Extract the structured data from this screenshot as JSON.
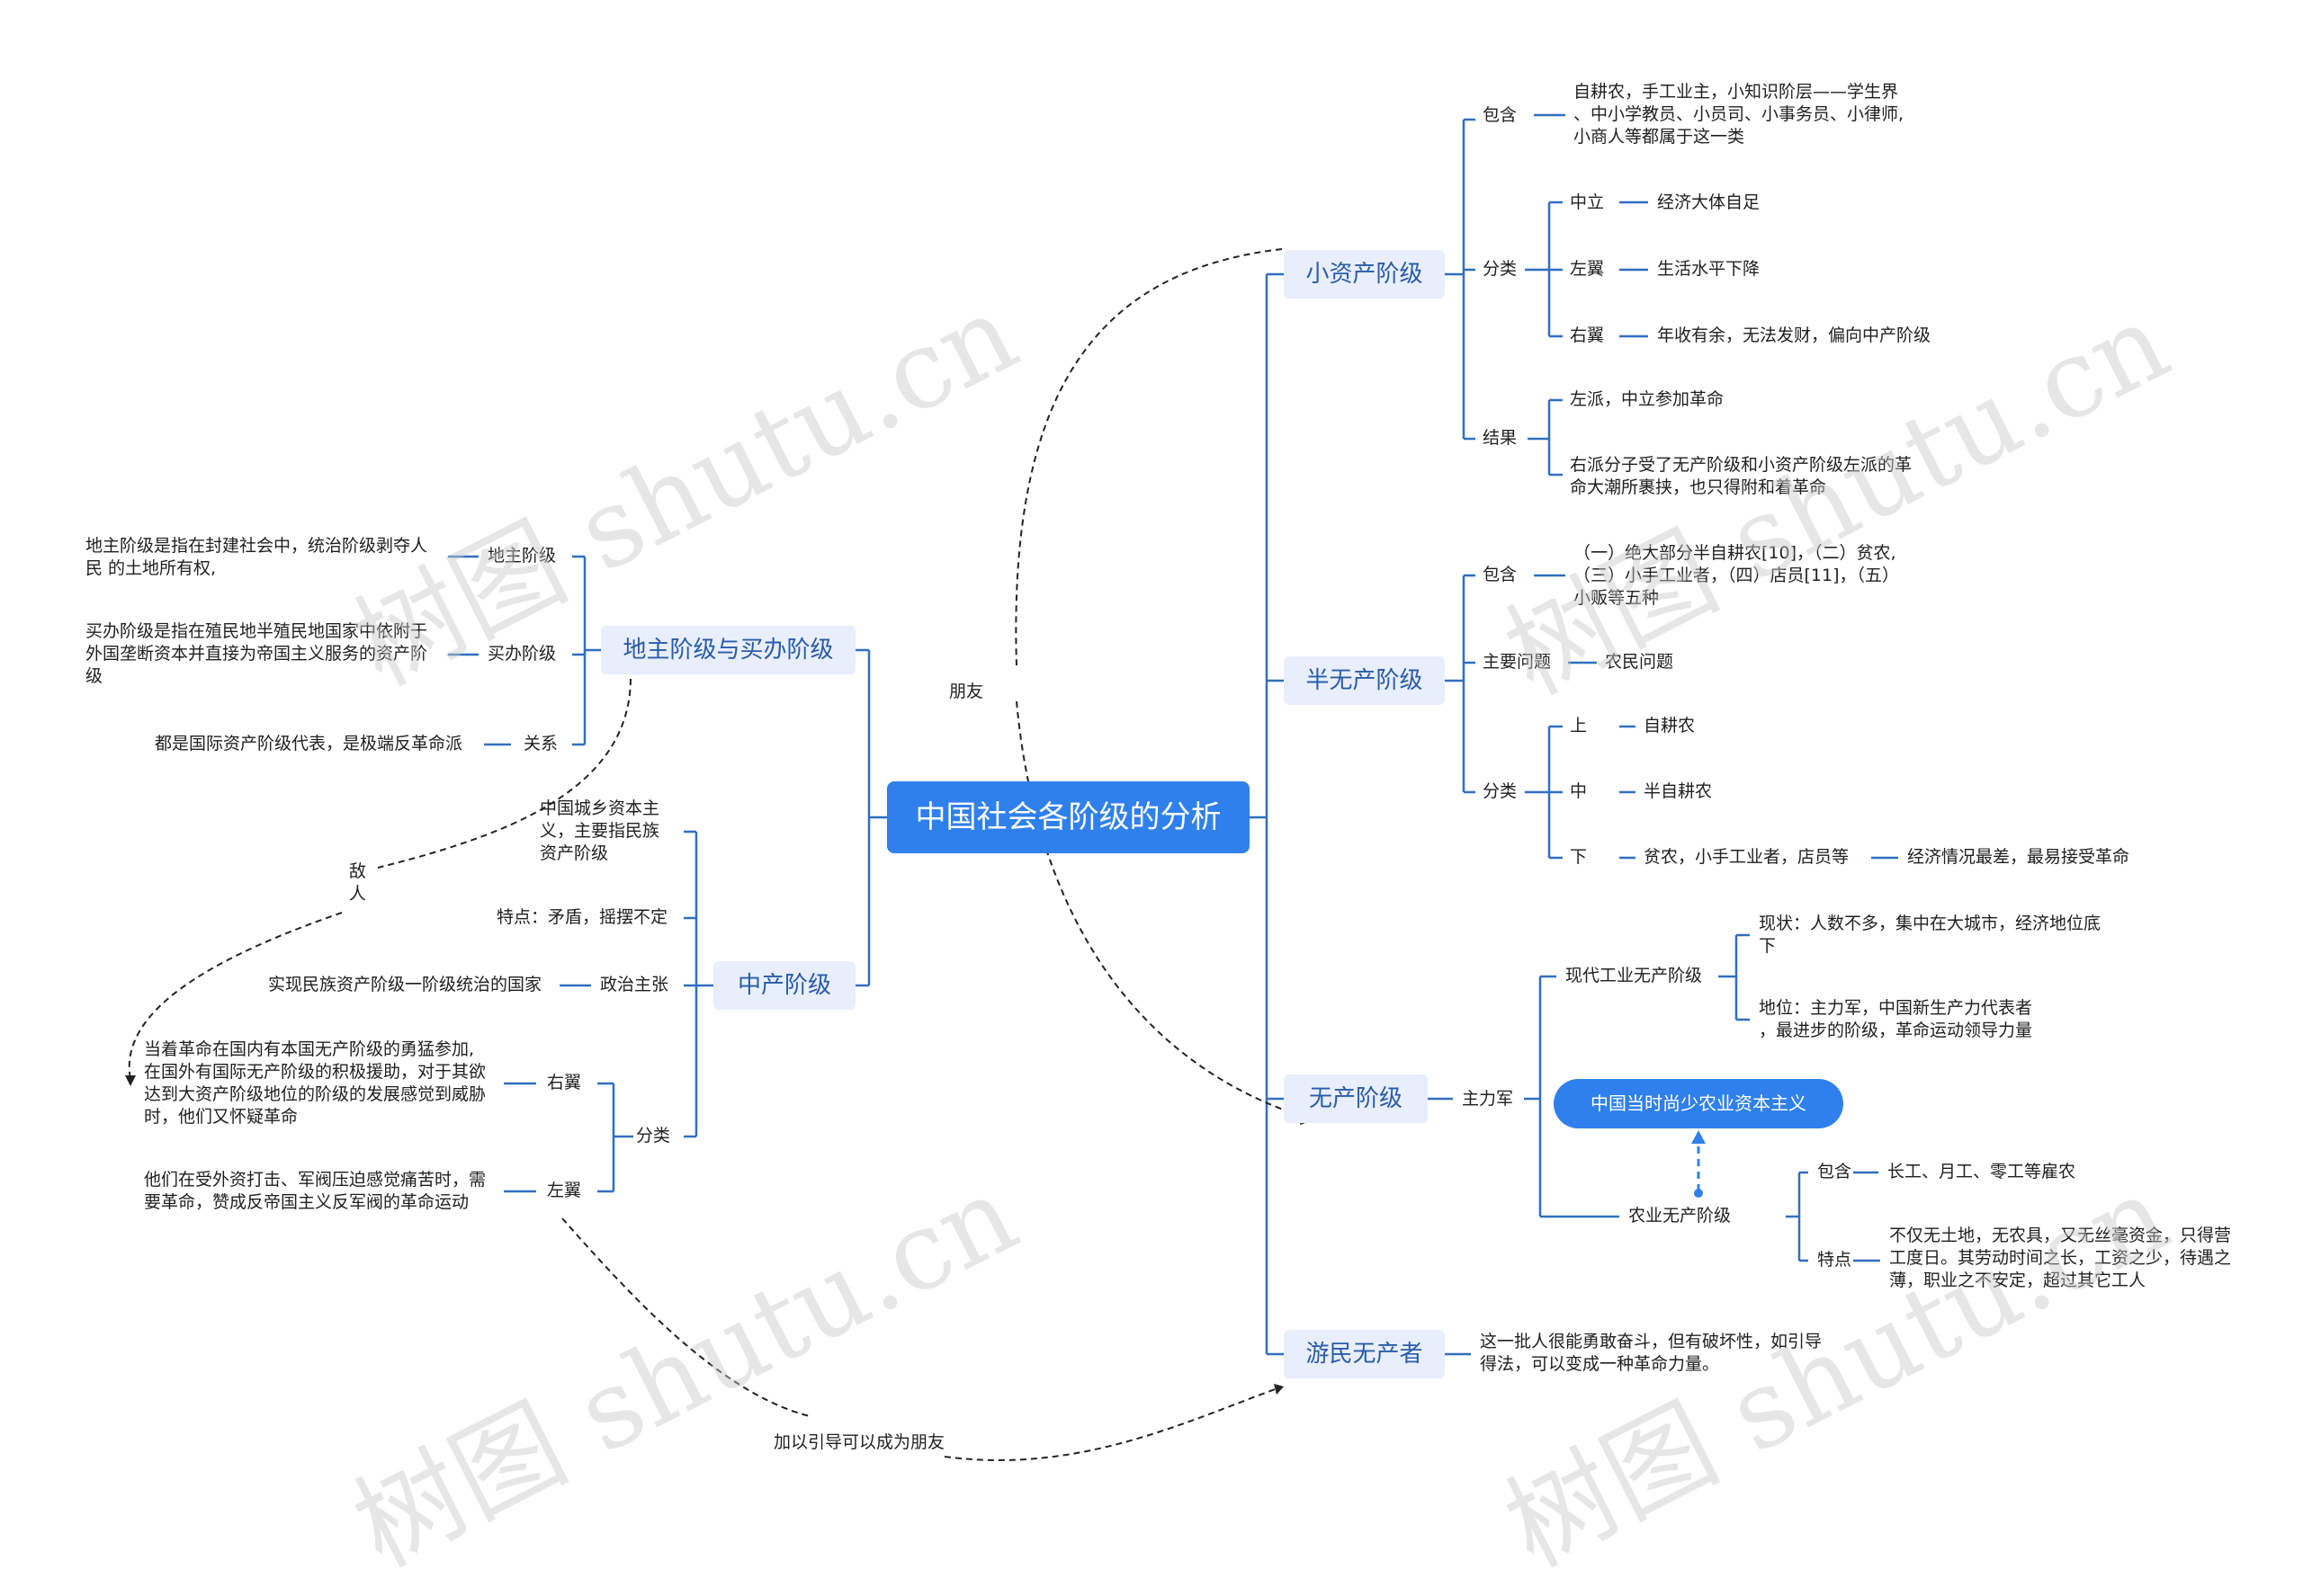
{
  "root": "中国社会各阶级的分析",
  "watermark": "树图 shutu.cn",
  "right": {
    "petty": {
      "title": "小资产阶级",
      "include_label": "包含",
      "include_text": [
        "自耕农，手工业主，小知识阶层——学生界",
        "、中小学教员、小员司、小事务员、小律师,",
        "小商人等都属于这一类"
      ],
      "classify_label": "分类",
      "neutral": "中立",
      "neutral_desc": "经济大体自足",
      "left_wing": "左翼",
      "left_desc": "生活水平下降",
      "right_wing": "右翼",
      "right_desc": "年收有余，无法发财，偏向中产阶级",
      "result_label": "结果",
      "result1": "左派，中立参加革命",
      "result2": [
        "右派分子受了无产阶级和小资产阶级左派的革",
        "命大潮所裹挟，也只得附和着革命"
      ]
    },
    "semi": {
      "title": "半无产阶级",
      "include_label": "包含",
      "include_text": [
        "（一）绝大部分半自耕农[10]，（二）贫农,",
        "（三）小手工业者，（四）店员[11]，（五）",
        "小贩等五种"
      ],
      "issue_label": "主要问题",
      "issue": "农民问题",
      "classify_label": "分类",
      "upper": "上",
      "upper_desc": "自耕农",
      "middle": "中",
      "middle_desc": "半自耕农",
      "lower": "下",
      "lower_desc": "贫农，小手工业者，店员等",
      "lower_desc2": "经济情况最差，最易接受革命"
    },
    "prole": {
      "title": "无产阶级",
      "main_force": "主力军",
      "modern": "现代工业无产阶级",
      "status": [
        "现状：人数不多，集中在大城市，经济地位底",
        "下"
      ],
      "position": [
        "地位：主力军，中国新生产力代表者",
        "，最进步的阶级，革命运动领导力量"
      ],
      "note": "中国当时尚少农业资本主义",
      "agri": "农业无产阶级",
      "agri_include_label": "包含",
      "agri_include": "长工、月工、零工等雇农",
      "agri_feature_label": "特点",
      "agri_feature": [
        "不仅无土地，无农具，又无丝毫资金，只得营",
        "工度日。其劳动时间之长，工资之少，待遇之",
        "薄，职业之不安定，超过其它工人"
      ]
    },
    "lumpen": {
      "title": "游民无产者",
      "desc": [
        "这一批人很能勇敢奋斗，但有破坏性，如引导",
        "得法，可以变成一种革命力量。"
      ]
    }
  },
  "left": {
    "landlord": {
      "title": "地主阶级与买办阶级",
      "landlord_label": "地主阶级",
      "landlord_desc": [
        "地主阶级是指在封建社会中，统治阶级剥夺人",
        "民 的土地所有权,"
      ],
      "comprador_label": "买办阶级",
      "comprador_desc": [
        "买办阶级是指在殖民地半殖民地国家中依附于",
        "外国垄断资本并直接为帝国主义服务的资产阶",
        "级"
      ],
      "relation_label": "关系",
      "relation_desc": "都是国际资产阶级代表，是极端反革命派"
    },
    "middle": {
      "title": "中产阶级",
      "def": [
        "中国城乡资本主",
        "义，主要指民族",
        "资产阶级"
      ],
      "feature": "特点：矛盾，摇摆不定",
      "politics_label": "政治主张",
      "politics_desc": "实现民族资产阶级一阶级统治的国家",
      "classify_label": "分类",
      "right_label": "右翼",
      "right_desc": [
        "当着革命在国内有本国无产阶级的勇猛参加,",
        "在国外有国际无产阶级的积极援助，对于其欲",
        "达到大资产阶级地位的阶级的发展感觉到威胁",
        "时，他们又怀疑革命"
      ],
      "left_label": "左翼",
      "left_desc": [
        "他们在受外资打击、军阀压迫感觉痛苦时，需",
        "要革命，赞成反帝国主义反军阀的革命运动"
      ]
    }
  },
  "relations": {
    "friend": "朋友",
    "enemy": [
      "敌",
      "人"
    ],
    "guide": "加以引导可以成为朋友"
  }
}
